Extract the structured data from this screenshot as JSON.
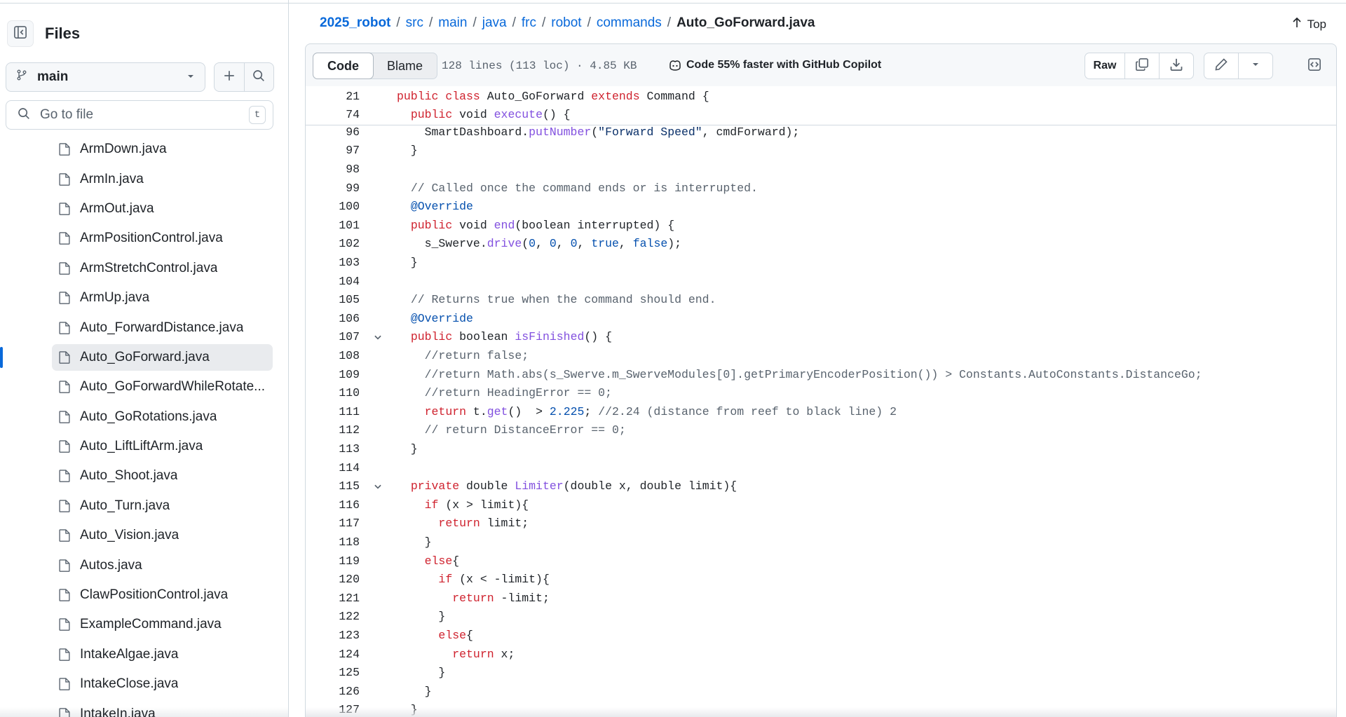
{
  "sidebar": {
    "title": "Files",
    "branch": "main",
    "goto_placeholder": "Go to file",
    "goto_shortcut": "t",
    "files": [
      "ArmDown.java",
      "ArmIn.java",
      "ArmOut.java",
      "ArmPositionControl.java",
      "ArmStretchControl.java",
      "ArmUp.java",
      "Auto_ForwardDistance.java",
      "Auto_GoForward.java",
      "Auto_GoForwardWhileRotate...",
      "Auto_GoRotations.java",
      "Auto_LiftLiftArm.java",
      "Auto_Shoot.java",
      "Auto_Turn.java",
      "Auto_Vision.java",
      "Autos.java",
      "ClawPositionControl.java",
      "ExampleCommand.java",
      "IntakeAlgae.java",
      "IntakeClose.java",
      "IntakeIn.java"
    ],
    "active_file": "Auto_GoForward.java"
  },
  "breadcrumb": {
    "repo": "2025_robot",
    "parts": [
      "src",
      "main",
      "java",
      "frc",
      "robot",
      "commands"
    ],
    "current": "Auto_GoForward.java",
    "top_label": "Top"
  },
  "file_header": {
    "tab_code": "Code",
    "tab_blame": "Blame",
    "meta": "128 lines (113 loc) · 4.85 KB",
    "copilot": "Code 55% faster with GitHub Copilot",
    "raw_label": "Raw"
  },
  "code": {
    "sticky": [
      {
        "n": "21",
        "text": "public class Auto_GoForward extends Command {"
      },
      {
        "n": "74",
        "text": "  public void execute() {"
      }
    ],
    "lines": [
      {
        "n": "96",
        "text": "    SmartDashboard.putNumber(\"Forward Speed\", cmdForward);"
      },
      {
        "n": "97",
        "text": "  }"
      },
      {
        "n": "98",
        "text": ""
      },
      {
        "n": "99",
        "text": "  // Called once the command ends or is interrupted."
      },
      {
        "n": "100",
        "text": "  @Override"
      },
      {
        "n": "101",
        "text": "  public void end(boolean interrupted) {"
      },
      {
        "n": "102",
        "text": "    s_Swerve.drive(0, 0, 0, true, false);"
      },
      {
        "n": "103",
        "text": "  }"
      },
      {
        "n": "104",
        "text": ""
      },
      {
        "n": "105",
        "text": "  // Returns true when the command should end."
      },
      {
        "n": "106",
        "text": "  @Override"
      },
      {
        "n": "107",
        "text": "  public boolean isFinished() {",
        "fold": true
      },
      {
        "n": "108",
        "text": "    //return false;"
      },
      {
        "n": "109",
        "text": "    //return Math.abs(s_Swerve.m_SwerveModules[0].getPrimaryEncoderPosition()) > Constants.AutoConstants.DistanceGo;"
      },
      {
        "n": "110",
        "text": "    //return HeadingError == 0;"
      },
      {
        "n": "111",
        "text": "    return t.get()  > 2.225; //2.24 (distance from reef to black line) 2"
      },
      {
        "n": "112",
        "text": "    // return DistanceError == 0;"
      },
      {
        "n": "113",
        "text": "  }"
      },
      {
        "n": "114",
        "text": ""
      },
      {
        "n": "115",
        "text": "  private double Limiter(double x, double limit){",
        "fold": true
      },
      {
        "n": "116",
        "text": "    if (x > limit){"
      },
      {
        "n": "117",
        "text": "      return limit;"
      },
      {
        "n": "118",
        "text": "    }"
      },
      {
        "n": "119",
        "text": "    else{"
      },
      {
        "n": "120",
        "text": "      if (x < -limit){"
      },
      {
        "n": "121",
        "text": "        return -limit;"
      },
      {
        "n": "122",
        "text": "      }"
      },
      {
        "n": "123",
        "text": "      else{"
      },
      {
        "n": "124",
        "text": "        return x;"
      },
      {
        "n": "125",
        "text": "      }"
      },
      {
        "n": "126",
        "text": "    }"
      },
      {
        "n": "127",
        "text": "  }"
      }
    ]
  },
  "colors": {
    "link": "#0969da",
    "keyword": "#cf222e",
    "function": "#8250df",
    "comment": "#59636e",
    "string": "#0a3069",
    "number": "#0550ae"
  },
  "icons": {
    "sidebar_toggle": "sidebar-collapse-icon",
    "branch": "git-branch-icon",
    "add": "plus-icon",
    "search": "search-icon",
    "file": "file-icon",
    "top": "arrow-up-icon",
    "copilot": "copilot-icon",
    "copy": "copy-icon",
    "download": "download-icon",
    "edit": "pencil-icon",
    "symbols": "code-square-icon"
  }
}
